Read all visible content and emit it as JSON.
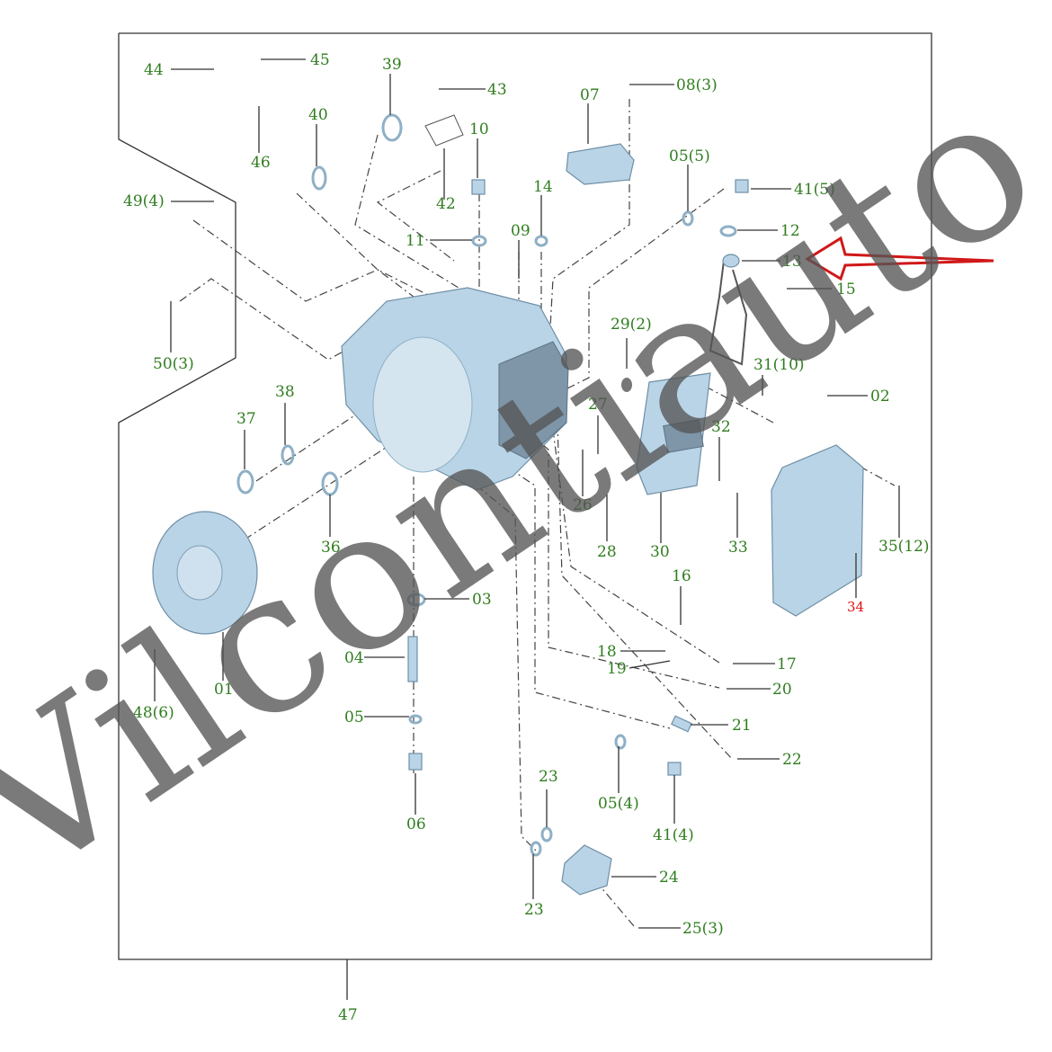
{
  "diagram": {
    "watermark": "Vilcontiauto",
    "accent_color": "#2f7d1e",
    "highlight_color": "#e01010",
    "arrow_color": "#d01818",
    "frame_label": "47",
    "labels": [
      "44",
      "45",
      "39",
      "43",
      "07",
      "08(3)",
      "40",
      "46",
      "10",
      "42",
      "05(5)",
      "14",
      "41(5)",
      "49(4)",
      "11",
      "09",
      "12",
      "13",
      "15",
      "50(3)",
      "29(2)",
      "31(10)",
      "02",
      "38",
      "37",
      "27",
      "32",
      "26",
      "28",
      "30",
      "33",
      "35(12)",
      "36",
      "34",
      "16",
      "03",
      "04",
      "17",
      "18",
      "19",
      "01",
      "20",
      "48(6)",
      "05",
      "21",
      "22",
      "06",
      "23",
      "05(4)",
      "41(4)",
      "24",
      "23",
      "25(3)"
    ]
  }
}
